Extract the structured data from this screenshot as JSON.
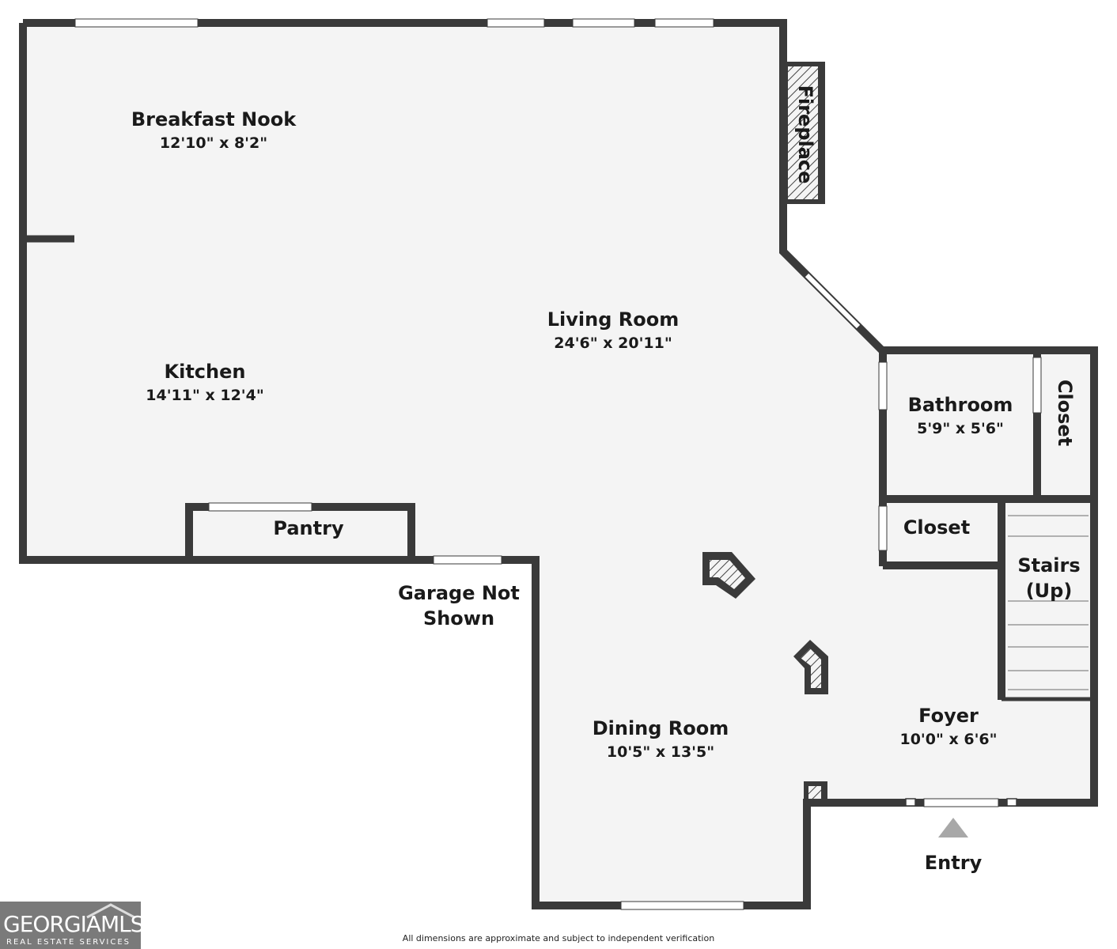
{
  "rooms": {
    "breakfast_nook": {
      "name": "Breakfast Nook",
      "dims": "12'10\" x 8'2\""
    },
    "living_room": {
      "name": "Living Room",
      "dims": "24'6\" x 20'11\""
    },
    "kitchen": {
      "name": "Kitchen",
      "dims": "14'11\" x 12'4\""
    },
    "bathroom": {
      "name": "Bathroom",
      "dims": "5'9\" x 5'6\""
    },
    "closet_upper": {
      "name": "Closet"
    },
    "closet_lower": {
      "name": "Closet"
    },
    "pantry": {
      "name": "Pantry"
    },
    "fireplace": {
      "name": "Fireplace"
    },
    "stairs": {
      "line1": "Stairs",
      "line2": "(Up)"
    },
    "garage": {
      "line1": "Garage Not",
      "line2": "Shown"
    },
    "dining_room": {
      "name": "Dining Room",
      "dims": "10'5\" x 13'5\""
    },
    "foyer": {
      "name": "Foyer",
      "dims": "10'0\" x 6'6\""
    }
  },
  "entry": {
    "label": "Entry"
  },
  "footer": {
    "disclaimer": "All dimensions are approximate and subject to independent verification"
  },
  "logo": {
    "main": "GEORGIAMLS",
    "sub": "REAL ESTATE SERVICES"
  },
  "colors": {
    "wall": "#3a3a3a",
    "floor": "#f4f4f4",
    "logo_bg": "#7a7a7a"
  }
}
